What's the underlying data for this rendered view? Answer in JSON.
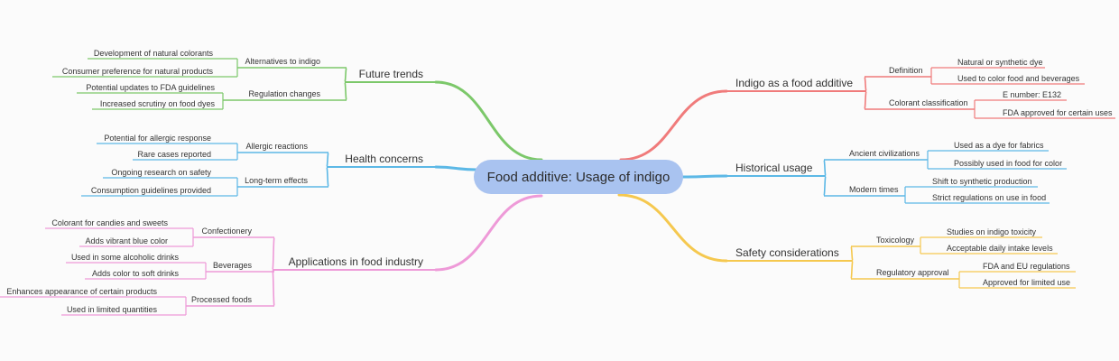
{
  "center": {
    "label": "Food additive: Usage of indigo",
    "color": "#a9c3f0"
  },
  "branches": [
    {
      "id": "b0",
      "label": "Indigo as a food additive",
      "color": "#f07b7b",
      "children": [
        {
          "label": "Definition",
          "children": [
            "Natural or synthetic dye",
            "Used to color food and beverages"
          ]
        },
        {
          "label": "Colorant classification",
          "children": [
            "E number: E132",
            "FDA approved for certain uses"
          ]
        }
      ]
    },
    {
      "id": "b1",
      "label": "Historical usage",
      "color": "#5cb8e6",
      "children": [
        {
          "label": "Ancient civilizations",
          "children": [
            "Used as a dye for fabrics",
            "Possibly used in food for color"
          ]
        },
        {
          "label": "Modern times",
          "children": [
            "Shift to synthetic production",
            "Strict regulations on use in food"
          ]
        }
      ]
    },
    {
      "id": "b2",
      "label": "Safety considerations",
      "color": "#f5c84f",
      "children": [
        {
          "label": "Toxicology",
          "children": [
            "Studies on indigo toxicity",
            "Acceptable daily intake levels"
          ]
        },
        {
          "label": "Regulatory approval",
          "children": [
            "FDA and EU regulations",
            "Approved for limited use"
          ]
        }
      ]
    },
    {
      "id": "b3",
      "label": "Future trends",
      "color": "#7cc86a",
      "children": [
        {
          "label": "Alternatives to indigo",
          "children": [
            "Development of natural colorants",
            "Consumer preference for natural products"
          ]
        },
        {
          "label": "Regulation changes",
          "children": [
            "Potential updates to FDA guidelines",
            "Increased scrutiny on food dyes"
          ]
        }
      ]
    },
    {
      "id": "b4",
      "label": "Health concerns",
      "color": "#5cb8e6",
      "children": [
        {
          "label": "Allergic reactions",
          "children": [
            "Potential for allergic response",
            "Rare cases reported"
          ]
        },
        {
          "label": "Long-term effects",
          "children": [
            "Ongoing research on safety",
            "Consumption guidelines provided"
          ]
        }
      ]
    },
    {
      "id": "b5",
      "label": "Applications in food industry",
      "color": "#ee9ad8",
      "children": [
        {
          "label": "Confectionery",
          "children": [
            "Colorant for candies and sweets",
            "Adds vibrant blue color"
          ]
        },
        {
          "label": "Beverages",
          "children": [
            "Used in some alcoholic drinks",
            "Adds color to soft drinks"
          ]
        },
        {
          "label": "Processed foods",
          "children": [
            "Enhances appearance of certain products",
            "Used in limited quantities"
          ]
        }
      ]
    }
  ]
}
